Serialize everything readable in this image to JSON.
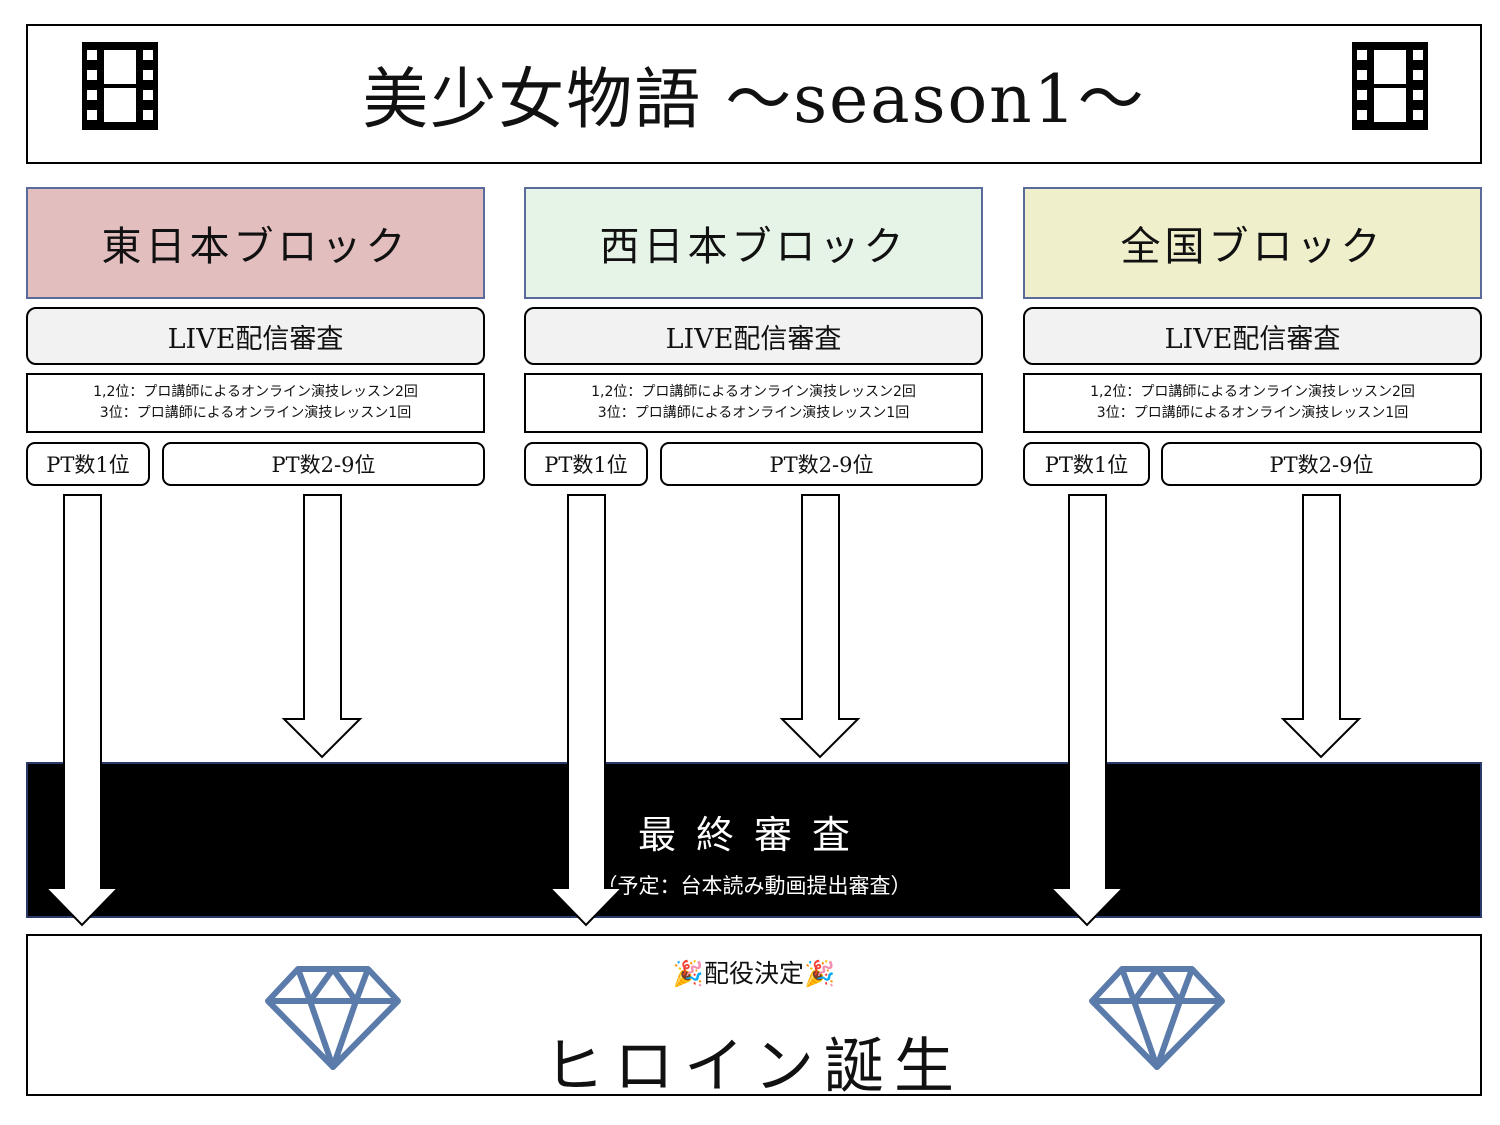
{
  "header": {
    "title": "美少女物語 ～season1～"
  },
  "blocks": [
    {
      "name": "東日本ブロック",
      "color": "#e3bebe",
      "review": "LIVE配信審査",
      "note_line1": "1,2位：プロ講師によるオンライン演技レッスン2回",
      "note_line2": "3位：プロ講師によるオンライン演技レッスン1回",
      "pt_first": "PT数1位",
      "pt_rest": "PT数2-9位"
    },
    {
      "name": "西日本ブロック",
      "color": "#e6f4e8",
      "review": "LIVE配信審査",
      "note_line1": "1,2位：プロ講師によるオンライン演技レッスン2回",
      "note_line2": "3位：プロ講師によるオンライン演技レッスン1回",
      "pt_first": "PT数1位",
      "pt_rest": "PT数2-9位"
    },
    {
      "name": "全国ブロック",
      "color": "#f0efcc",
      "review": "LIVE配信審査",
      "note_line1": "1,2位：プロ講師によるオンライン演技レッスン2回",
      "note_line2": "3位：プロ講師によるオンライン演技レッスン1回",
      "pt_first": "PT数1位",
      "pt_rest": "PT数2-9位"
    }
  ],
  "final": {
    "title": "最終審査",
    "subtitle": "（予定：台本読み動画提出審査）"
  },
  "result": {
    "top_label": "🎉配役決定🎉",
    "main": "ヒロイン誕生"
  },
  "icons": {
    "film": "film-strip-icon",
    "gem": "diamond-icon",
    "gem_color": "#5b7bab"
  }
}
